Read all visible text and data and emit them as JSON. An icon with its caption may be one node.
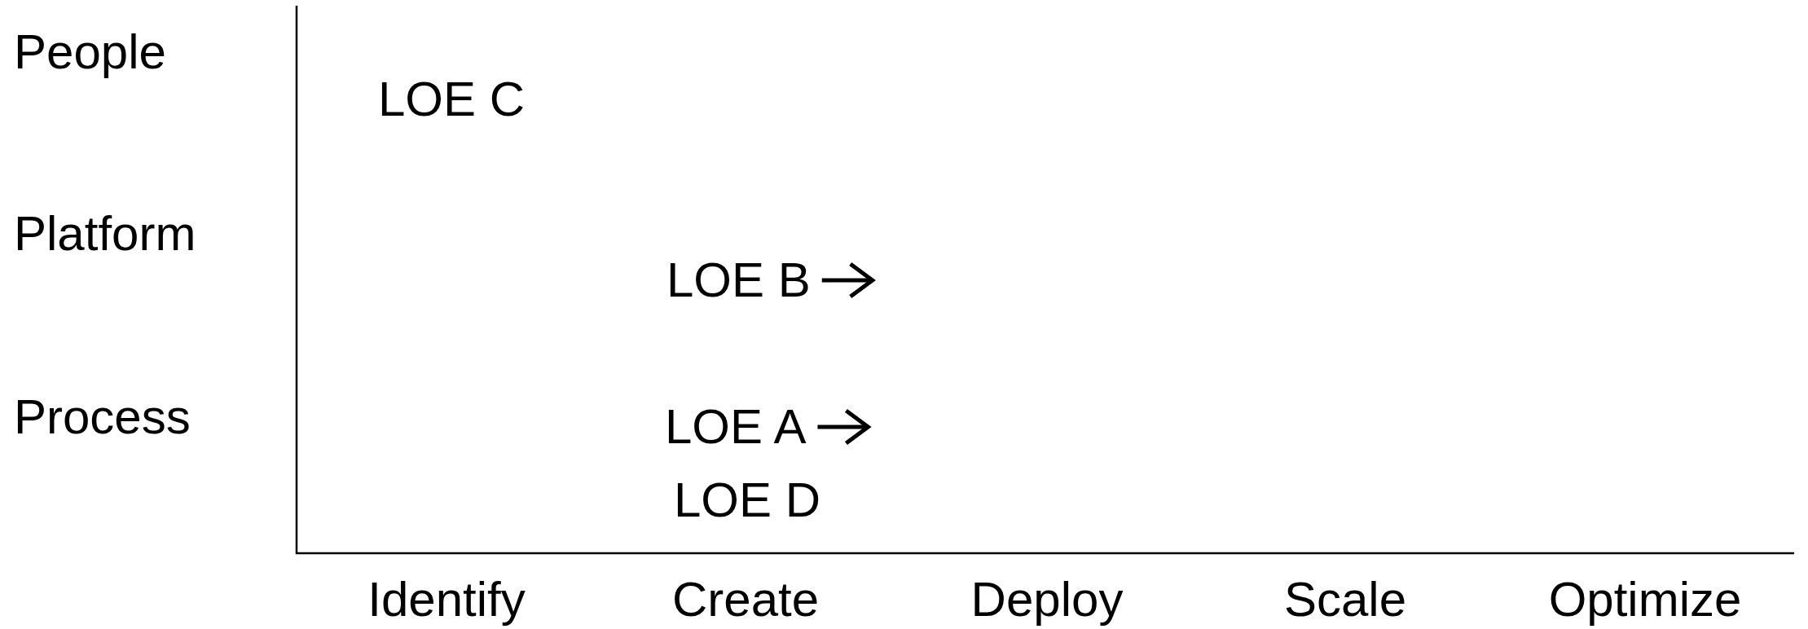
{
  "diagram": {
    "nodes": [
      {
        "text": [
          "LOE B"
        ]
      },
      {
        "text": [
          "LOE A"
        ]
      }
    ],
    "edges": [
      {
        "from": 0,
        "to": null,
        "arrow": "to"
      },
      {
        "from": 1,
        "to": null,
        "arrow": "to"
      }
    ],
    "labels": [
      "People",
      "LOE C",
      "Platform",
      "Process",
      "LOE D",
      "Identify",
      "Create",
      "Deploy",
      "Scale",
      "Optimize"
    ]
  }
}
